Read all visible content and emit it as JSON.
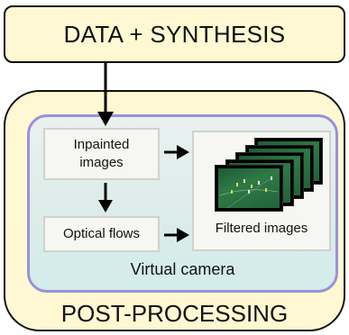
{
  "top": {
    "title": "DATA + SYNTHESIS"
  },
  "post": {
    "title": "POST-PROCESSING"
  },
  "camera": {
    "label": "Virtual camera"
  },
  "nodes": {
    "inpainted_line1": "Inpainted",
    "inpainted_line2": "images",
    "optical": "Optical flows",
    "filtered": "Filtered images"
  },
  "colors": {
    "box_fill": "#fff8d2",
    "camera_border": "#9a90d8",
    "camera_fill": "#dcece9",
    "inner_fill": "#f6f6f2"
  }
}
